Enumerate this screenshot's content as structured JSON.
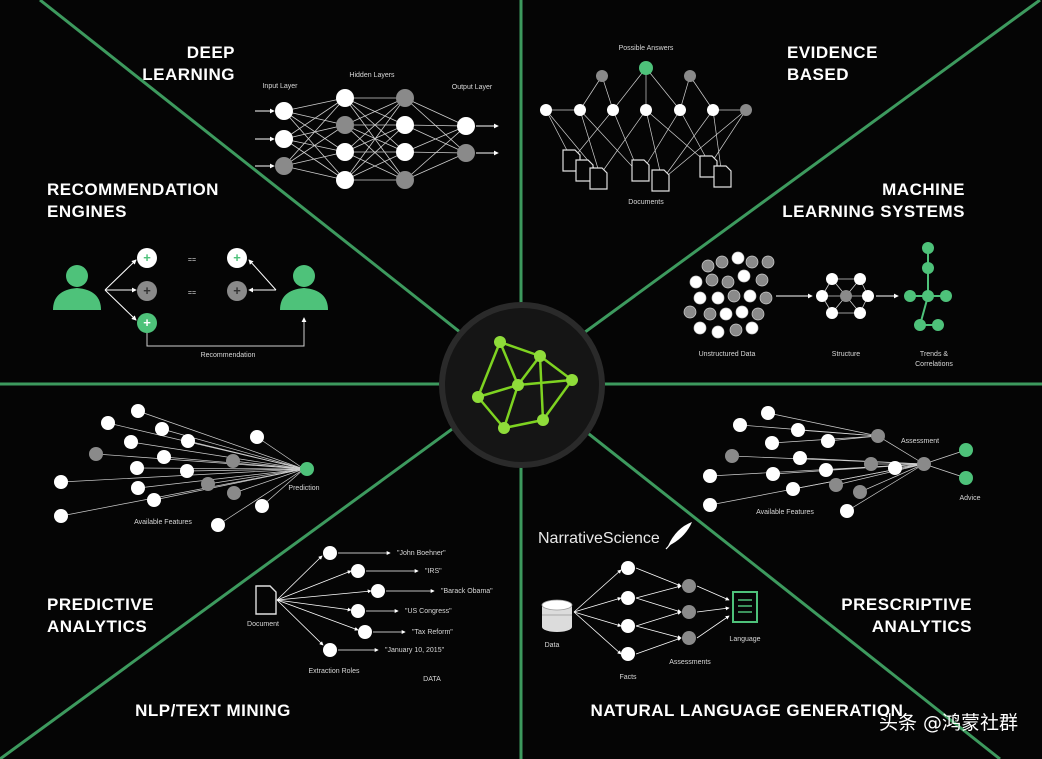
{
  "center_title": "",
  "sections": {
    "deep_learning": {
      "title_line1": "DEEP",
      "title_line2": "LEARNING",
      "input_label": "Input Layer",
      "hidden_label": "Hidden Layers",
      "output_label": "Output Layer"
    },
    "evidence_based": {
      "title_line1": "EVIDENCE",
      "title_line2": "BASED",
      "answers_label": "Possible Answers",
      "documents_label": "Documents"
    },
    "recommendation": {
      "title_line1": "RECOMMENDATION",
      "title_line2": "ENGINES",
      "equals": "==",
      "caption": "Recommendation"
    },
    "machine_learning": {
      "title_line1": "MACHINE",
      "title_line2": "LEARNING SYSTEMS",
      "unstructured_label": "Unstructured Data",
      "structure_label": "Structure",
      "trends_line1": "Trends &",
      "trends_line2": "Correlations"
    },
    "predictive": {
      "title_line1": "PREDICTIVE",
      "title_line2": "ANALYTICS",
      "prediction_label": "Prediction",
      "features_label": "Available Features"
    },
    "prescriptive": {
      "title_line1": "PRESCRIPTIVE",
      "title_line2": "ANALYTICS",
      "assessment_label": "Assessment",
      "advice_label": "Advice",
      "features_label": "Available Features"
    },
    "nlp": {
      "title": "NLP/TEXT MINING",
      "document_label": "Document",
      "roles_label": "Extraction Roles",
      "data_label": "DATA",
      "entities": [
        "\"John Boehner\"",
        "\"IRS\"",
        "\"Barack Obama\"",
        "\"US Congress\"",
        "\"Tax Reform\"",
        "\"January 10, 2015\""
      ]
    },
    "nlg": {
      "title": "NATURAL LANGUAGE GENERATION",
      "brand": "NarrativeScience",
      "data_label": "Data",
      "facts_label": "Facts",
      "assessments_label": "Assessments",
      "language_label": "Language"
    }
  },
  "watermark": "头条 @鸿蒙社群",
  "colors": {
    "accent": "#4ec27a",
    "line": "#3d9a5e",
    "node_white": "#ffffff",
    "node_gray": "#8a8a8a",
    "center_ring": "#2a2a2a"
  },
  "icons": [
    "user-icon",
    "document-icon",
    "database-icon",
    "quill-icon",
    "network-icon"
  ]
}
